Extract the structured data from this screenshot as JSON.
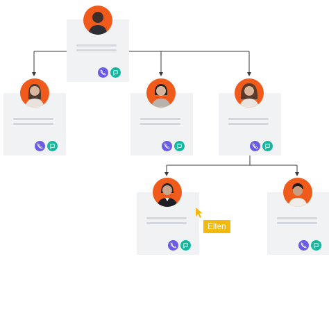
{
  "colors": {
    "avatar_bg": "#f05a1a",
    "call_button": "#6b5ce7",
    "message_button": "#15b79e",
    "card_bg": "#f1f2f4",
    "connector": "#3a3a3a",
    "cursor_tag": "#f2b90f"
  },
  "icons": {
    "call": "phone-icon",
    "message": "chat-icon",
    "cursor": "pointer-cursor-icon"
  },
  "cursor_tag": {
    "label": "Ellen"
  },
  "org_chart": {
    "nodes": [
      {
        "id": "root",
        "parent": null
      },
      {
        "id": "left",
        "parent": "root"
      },
      {
        "id": "middle",
        "parent": "root"
      },
      {
        "id": "right",
        "parent": "root"
      },
      {
        "id": "right-child-1",
        "parent": "right"
      },
      {
        "id": "right-child-2",
        "parent": "right"
      }
    ]
  }
}
